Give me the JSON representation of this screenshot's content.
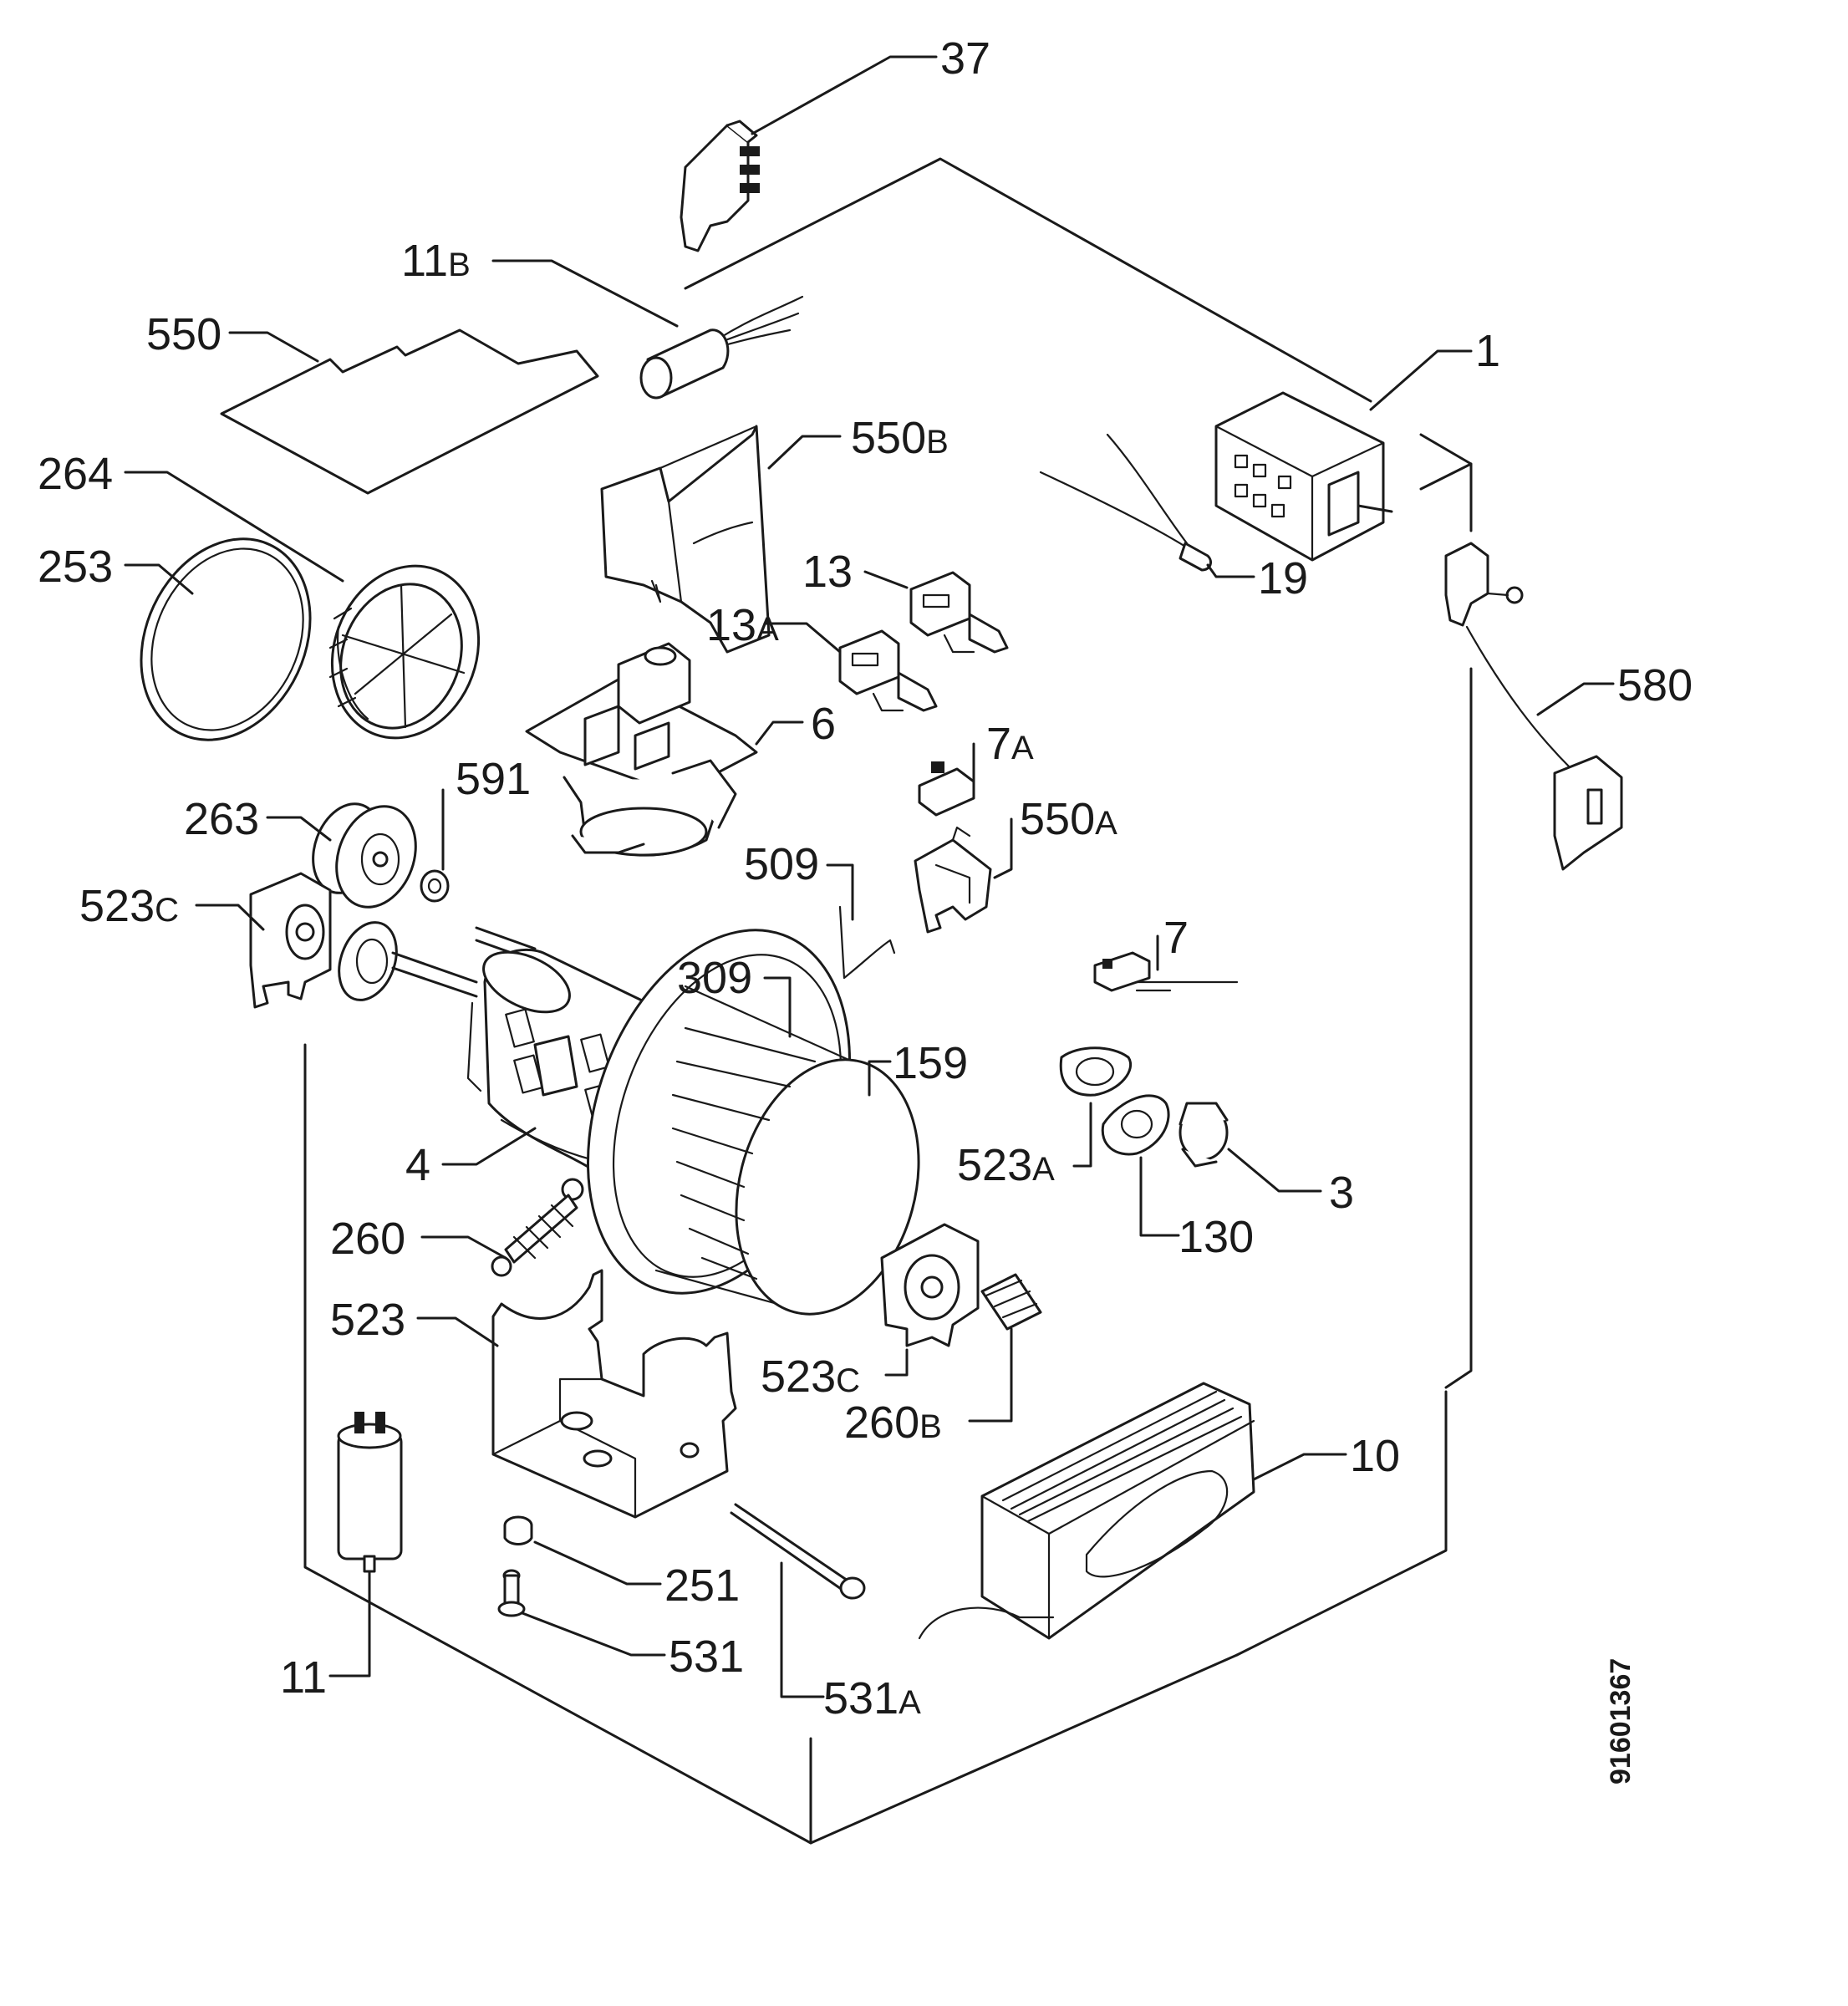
{
  "document_number": "91601367",
  "callouts": [
    {
      "id": "37",
      "base": "37",
      "suffix": ""
    },
    {
      "id": "11B",
      "base": "11",
      "suffix": "B"
    },
    {
      "id": "550",
      "base": "550",
      "suffix": ""
    },
    {
      "id": "1",
      "base": "1",
      "suffix": ""
    },
    {
      "id": "264",
      "base": "264",
      "suffix": ""
    },
    {
      "id": "550B",
      "base": "550",
      "suffix": "B"
    },
    {
      "id": "253",
      "base": "253",
      "suffix": ""
    },
    {
      "id": "13",
      "base": "13",
      "suffix": ""
    },
    {
      "id": "19",
      "base": "19",
      "suffix": ""
    },
    {
      "id": "13A",
      "base": "13",
      "suffix": "A"
    },
    {
      "id": "580",
      "base": "580",
      "suffix": ""
    },
    {
      "id": "6",
      "base": "6",
      "suffix": ""
    },
    {
      "id": "7A",
      "base": "7",
      "suffix": "A"
    },
    {
      "id": "263",
      "base": "263",
      "suffix": ""
    },
    {
      "id": "591",
      "base": "591",
      "suffix": ""
    },
    {
      "id": "550A",
      "base": "550",
      "suffix": "A"
    },
    {
      "id": "509",
      "base": "509",
      "suffix": ""
    },
    {
      "id": "523C_left",
      "base": "523",
      "suffix": "C"
    },
    {
      "id": "7",
      "base": "7",
      "suffix": ""
    },
    {
      "id": "309",
      "base": "309",
      "suffix": ""
    },
    {
      "id": "159",
      "base": "159",
      "suffix": ""
    },
    {
      "id": "4",
      "base": "4",
      "suffix": ""
    },
    {
      "id": "523A",
      "base": "523",
      "suffix": "A"
    },
    {
      "id": "3",
      "base": "3",
      "suffix": ""
    },
    {
      "id": "260",
      "base": "260",
      "suffix": ""
    },
    {
      "id": "130",
      "base": "130",
      "suffix": ""
    },
    {
      "id": "523",
      "base": "523",
      "suffix": ""
    },
    {
      "id": "523C_right",
      "base": "523",
      "suffix": "C"
    },
    {
      "id": "260B",
      "base": "260",
      "suffix": "B"
    },
    {
      "id": "10",
      "base": "10",
      "suffix": ""
    },
    {
      "id": "251",
      "base": "251",
      "suffix": ""
    },
    {
      "id": "531",
      "base": "531",
      "suffix": ""
    },
    {
      "id": "11",
      "base": "11",
      "suffix": ""
    },
    {
      "id": "531A",
      "base": "531",
      "suffix": "A"
    }
  ]
}
